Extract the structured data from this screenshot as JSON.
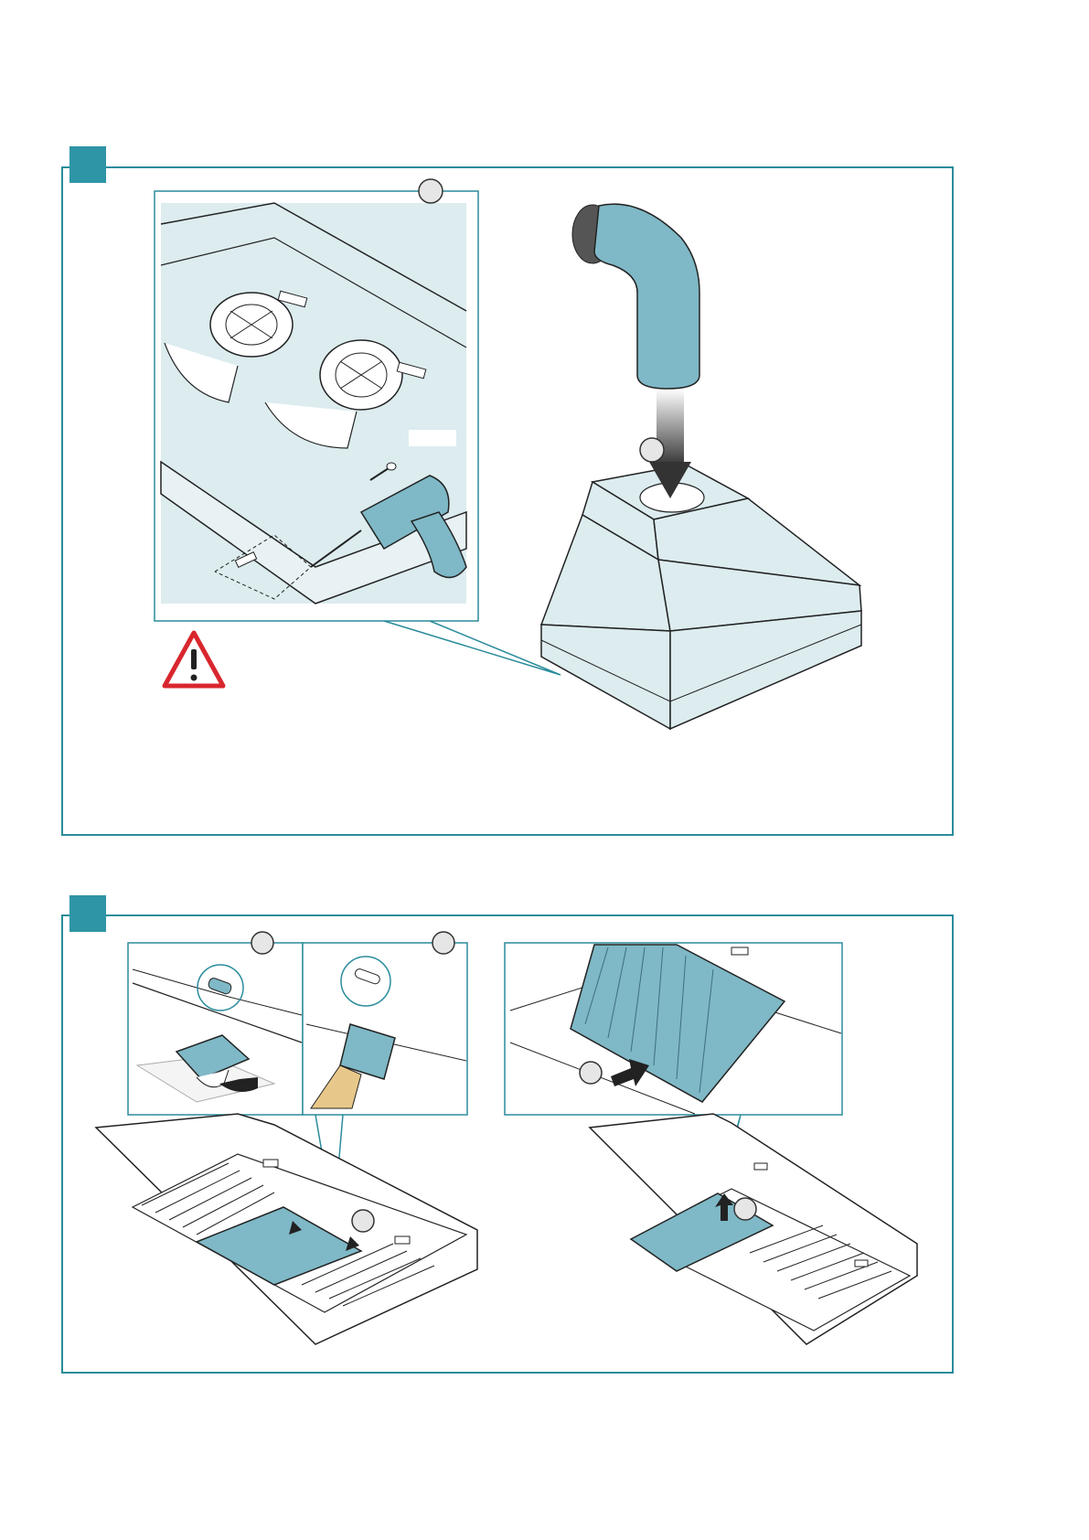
{
  "document": {
    "type": "installation-instructions-page",
    "steps": [
      {
        "id": "step-a",
        "tab_color": "#2e95a6",
        "views": [
          "detail-drill-mounting",
          "hood-with-duct"
        ],
        "icons": [
          "warning-triangle-icon",
          "drill-icon",
          "wall-plug-icon",
          "screw-icon",
          "duct-elbow-icon",
          "down-arrow-icon"
        ]
      },
      {
        "id": "step-b",
        "tab_color": "#2e95a6",
        "views": [
          "filter-tab-detail-1",
          "filter-tab-detail-2",
          "hood-filter-removal",
          "filter-slide-detail",
          "hood-filter-insertion"
        ],
        "icons": [
          "curved-arrow-icon",
          "right-arrow-icon",
          "up-arrow-icon"
        ]
      }
    ],
    "colors": {
      "frame": "#2b8c9c",
      "accent_blue": "#7fb8c6",
      "hood_fill": "#dcecef",
      "warning_red": "#d9262e"
    }
  }
}
